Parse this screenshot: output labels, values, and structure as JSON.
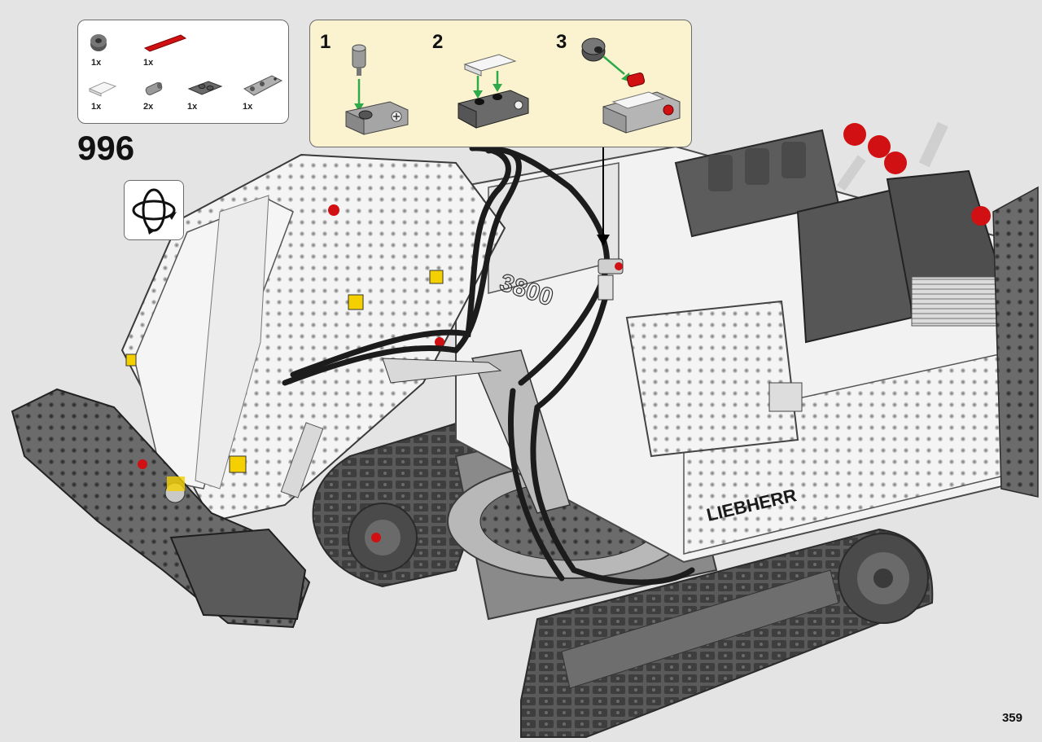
{
  "step": {
    "number": "996"
  },
  "page": {
    "number": "359"
  },
  "parts": [
    {
      "qty": "1x",
      "name": "dark gray bush"
    },
    {
      "qty": "1x",
      "name": "red axle"
    },
    {
      "qty": "1x",
      "name": "white tile 1x2"
    },
    {
      "qty": "2x",
      "name": "gray axle pin"
    },
    {
      "qty": "1x",
      "name": "dark gray plate 1x2"
    },
    {
      "qty": "1x",
      "name": "gray beam with axle hole"
    }
  ],
  "substeps": [
    {
      "number": "1"
    },
    {
      "number": "2"
    },
    {
      "number": "3"
    }
  ],
  "model": {
    "number_plate": "3800",
    "brand": "LIEBHERR"
  },
  "icons": {
    "rotate": "rotate-model-icon"
  },
  "colors": {
    "callout_bg": "#fbf3cf",
    "page_bg": "#e4e4e4",
    "arrow_green": "#2eaa4a",
    "brick_red": "#d01012"
  }
}
